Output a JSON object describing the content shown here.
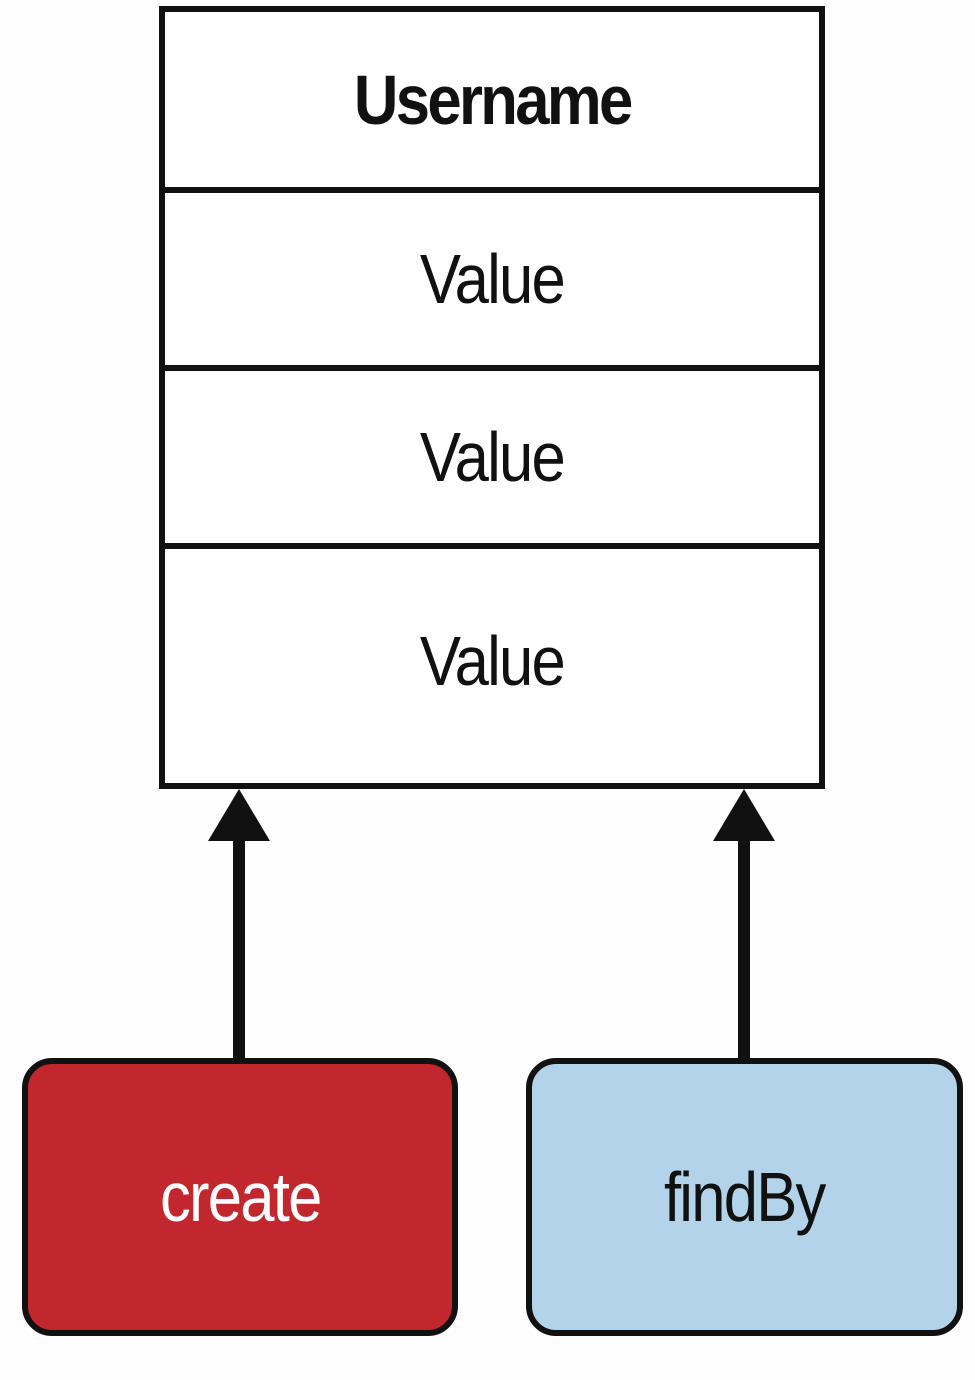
{
  "table": {
    "header": "Username",
    "rows": [
      "Value",
      "Value",
      "Value"
    ]
  },
  "actions": {
    "create": {
      "label": "create",
      "fill": "#c1272d",
      "text_color": "#ffffff"
    },
    "find_by": {
      "label": "findBy",
      "fill": "#b3d3ea",
      "text_color": "#111111"
    }
  },
  "connectors": [
    {
      "from": "create",
      "to": "table",
      "icon": "arrow-up-icon"
    },
    {
      "from": "findBy",
      "to": "table",
      "icon": "arrow-up-icon"
    }
  ]
}
